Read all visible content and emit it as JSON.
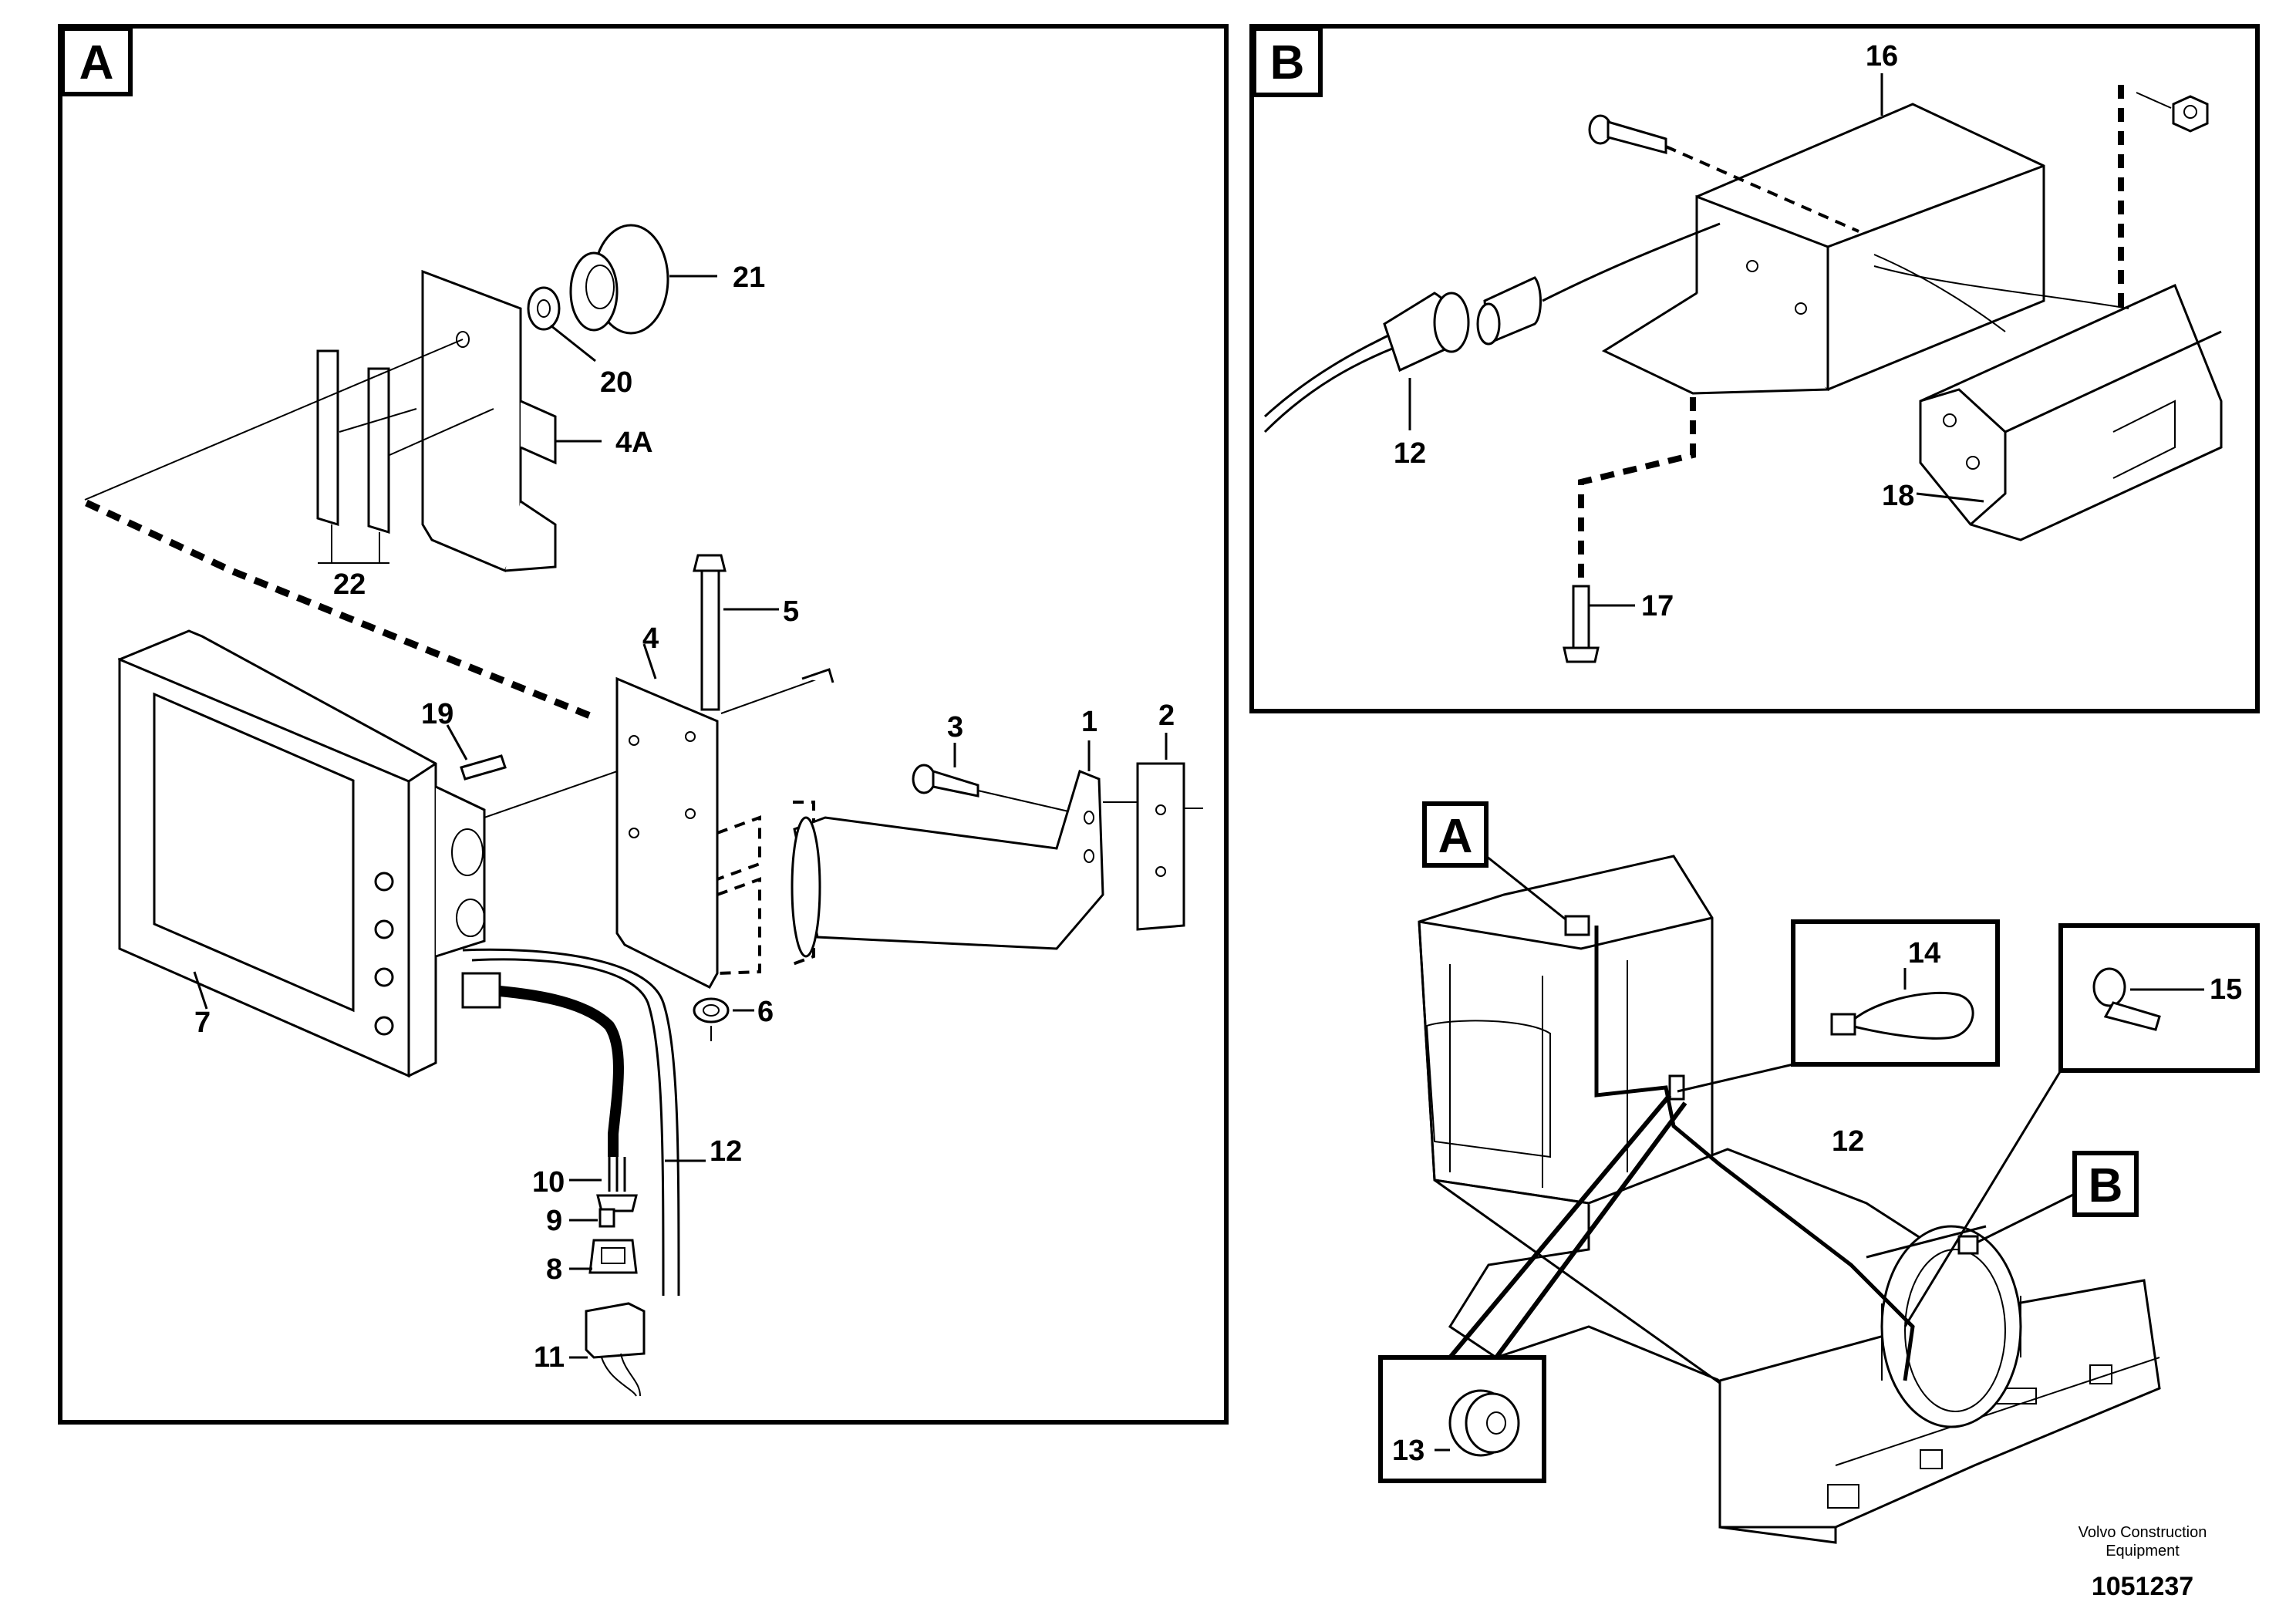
{
  "panels": {
    "a": {
      "letter": "A"
    },
    "b": {
      "letter": "B"
    }
  },
  "overview": {
    "callout_a": "A",
    "callout_b": "B"
  },
  "labels": {
    "p1": "1",
    "p2": "2",
    "p3": "3",
    "p4": "4",
    "p4a": "4A",
    "p5": "5",
    "p6": "6",
    "p7": "7",
    "p8": "8",
    "p9": "9",
    "p10": "10",
    "p11": "11",
    "p12a": "12",
    "p12b": "12",
    "p12c": "12",
    "p13": "13",
    "p14": "14",
    "p15": "15",
    "p16": "16",
    "p17": "17",
    "p18": "18",
    "p19": "19",
    "p20": "20",
    "p21": "21",
    "p22": "22"
  },
  "footer": {
    "brand_line1": "Volvo Construction",
    "brand_line2": "Equipment",
    "doc_number": "1051237"
  }
}
